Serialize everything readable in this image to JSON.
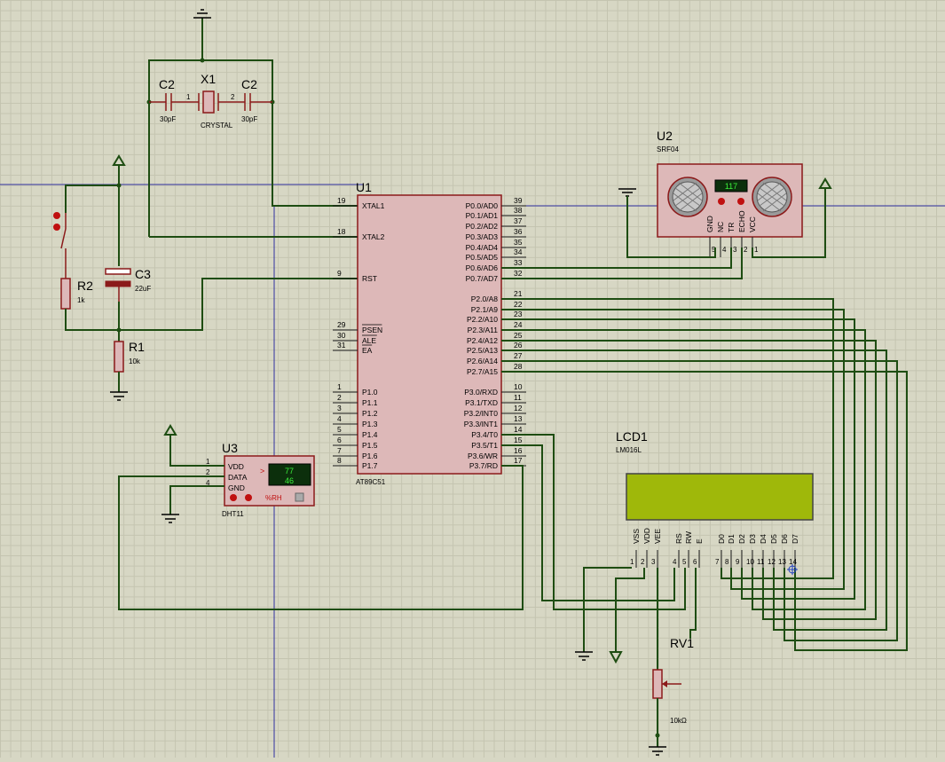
{
  "components": {
    "c2a": {
      "ref": "C2",
      "value": "30pF"
    },
    "c2b": {
      "ref": "C2",
      "value": "30pF"
    },
    "x1": {
      "ref": "X1",
      "value": "CRYSTAL",
      "pin1": "1",
      "pin2": "2"
    },
    "r2": {
      "ref": "R2",
      "value": "1k"
    },
    "c3": {
      "ref": "C3",
      "value": "22uF"
    },
    "r1": {
      "ref": "R1",
      "value": "10k"
    },
    "u1": {
      "ref": "U1",
      "part": "AT89C51"
    },
    "u2": {
      "ref": "U2",
      "part": "SRF04",
      "display": "117",
      "pins": [
        "GND",
        "NC",
        "TR",
        "ECHO",
        "VCC"
      ],
      "pin_numbers": [
        "5",
        "4",
        "3",
        "2",
        "1"
      ]
    },
    "u3": {
      "ref": "U3",
      "part": "DHT11",
      "display_top": "77",
      "display_bottom": "46",
      "arrow": ">",
      "unit": "%RH",
      "pins": [
        "VDD",
        "DATA",
        "GND"
      ],
      "pin_numbers": [
        "1",
        "2",
        "4"
      ]
    },
    "lcd1": {
      "ref": "LCD1",
      "part": "LM016L",
      "pins": [
        "VSS",
        "VDD",
        "VEE",
        "RS",
        "RW",
        "E",
        "D0",
        "D1",
        "D2",
        "D3",
        "D4",
        "D5",
        "D6",
        "D7"
      ],
      "pin_numbers": [
        "1",
        "2",
        "3",
        "4",
        "5",
        "6",
        "7",
        "8",
        "9",
        "10",
        "11",
        "12",
        "13",
        "14"
      ]
    },
    "rv1": {
      "ref": "RV1",
      "value": "10kΩ"
    }
  },
  "u1_left_pins": [
    {
      "num": "19",
      "name": "XTAL1"
    },
    {
      "num": "18",
      "name": "XTAL2"
    },
    {
      "num": "9",
      "name": "RST"
    },
    {
      "num": "29",
      "name": "PSEN"
    },
    {
      "num": "30",
      "name": "ALE"
    },
    {
      "num": "31",
      "name": "EA"
    },
    {
      "num": "1",
      "name": "P1.0"
    },
    {
      "num": "2",
      "name": "P1.1"
    },
    {
      "num": "3",
      "name": "P1.2"
    },
    {
      "num": "4",
      "name": "P1.3"
    },
    {
      "num": "5",
      "name": "P1.4"
    },
    {
      "num": "6",
      "name": "P1.5"
    },
    {
      "num": "7",
      "name": "P1.6"
    },
    {
      "num": "8",
      "name": "P1.7"
    }
  ],
  "u1_right_pins": [
    {
      "num": "39",
      "name": "P0.0/AD0"
    },
    {
      "num": "38",
      "name": "P0.1/AD1"
    },
    {
      "num": "37",
      "name": "P0.2/AD2"
    },
    {
      "num": "36",
      "name": "P0.3/AD3"
    },
    {
      "num": "35",
      "name": "P0.4/AD4"
    },
    {
      "num": "34",
      "name": "P0.5/AD5"
    },
    {
      "num": "33",
      "name": "P0.6/AD6"
    },
    {
      "num": "32",
      "name": "P0.7/AD7"
    },
    {
      "num": "21",
      "name": "P2.0/A8"
    },
    {
      "num": "22",
      "name": "P2.1/A9"
    },
    {
      "num": "23",
      "name": "P2.2/A10"
    },
    {
      "num": "24",
      "name": "P2.3/A11"
    },
    {
      "num": "25",
      "name": "P2.4/A12"
    },
    {
      "num": "26",
      "name": "P2.5/A13"
    },
    {
      "num": "27",
      "name": "P2.6/A14"
    },
    {
      "num": "28",
      "name": "P2.7/A15"
    },
    {
      "num": "10",
      "name": "P3.0/RXD"
    },
    {
      "num": "11",
      "name": "P3.1/TXD"
    },
    {
      "num": "12",
      "name": "P3.2/INT0"
    },
    {
      "num": "13",
      "name": "P3.3/INT1"
    },
    {
      "num": "14",
      "name": "P3.4/T0"
    },
    {
      "num": "15",
      "name": "P3.5/T1"
    },
    {
      "num": "16",
      "name": "P3.6/WR"
    },
    {
      "num": "17",
      "name": "P3.7/RD"
    }
  ],
  "colors": {
    "wire": "#1e4d12",
    "component": "#8b1a1a",
    "chip_fill": "#ddb8b8",
    "lcd_screen": "#9fb80a",
    "background": "#d7d7c4",
    "grid": "#c4c4b0",
    "guide_line": "#3030a0"
  }
}
